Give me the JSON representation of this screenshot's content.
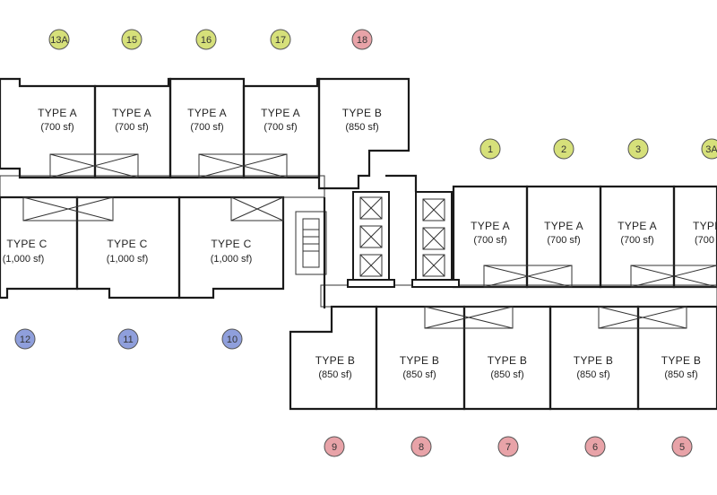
{
  "colors": {
    "type_a": "#d6e07a",
    "type_b": "#e8a3a8",
    "type_c": "#8f9fdc",
    "wall": "#1a1a1a",
    "corridor": "#ffffff",
    "balcony": "#ffffff"
  },
  "units": [
    {
      "id": "u13a",
      "type": "TYPE A",
      "size": "(700 sf)",
      "color_key": "type_a"
    },
    {
      "id": "u15",
      "type": "TYPE A",
      "size": "(700 sf)",
      "color_key": "type_a"
    },
    {
      "id": "u16",
      "type": "TYPE A",
      "size": "(700 sf)",
      "color_key": "type_a"
    },
    {
      "id": "u17",
      "type": "TYPE A",
      "size": "(700 sf)",
      "color_key": "type_a"
    },
    {
      "id": "u18",
      "type": "TYPE B",
      "size": "(850 sf)",
      "color_key": "type_b"
    },
    {
      "id": "u1",
      "type": "TYPE A",
      "size": "(700 sf)",
      "color_key": "type_a"
    },
    {
      "id": "u2",
      "type": "TYPE A",
      "size": "(700 sf)",
      "color_key": "type_a"
    },
    {
      "id": "u3",
      "type": "TYPE A",
      "size": "(700 sf)",
      "color_key": "type_a"
    },
    {
      "id": "u3a",
      "type": "TYPE",
      "size": "(700",
      "color_key": "type_a"
    },
    {
      "id": "u12",
      "type": "TYPE C",
      "size": "(1,000 sf)",
      "color_key": "type_c"
    },
    {
      "id": "u11",
      "type": "TYPE C",
      "size": "(1,000 sf)",
      "color_key": "type_c"
    },
    {
      "id": "u10",
      "type": "TYPE C",
      "size": "(1,000 sf)",
      "color_key": "type_c"
    },
    {
      "id": "u9",
      "type": "TYPE B",
      "size": "(850 sf)",
      "color_key": "type_b"
    },
    {
      "id": "u8",
      "type": "TYPE B",
      "size": "(850 sf)",
      "color_key": "type_b"
    },
    {
      "id": "u7",
      "type": "TYPE B",
      "size": "(850 sf)",
      "color_key": "type_b"
    },
    {
      "id": "u6",
      "type": "TYPE B",
      "size": "(850 sf)",
      "color_key": "type_b"
    },
    {
      "id": "u5",
      "type": "TYPE B",
      "size": "(850 sf)",
      "color_key": "type_b"
    }
  ],
  "badges": [
    {
      "label": "13A",
      "color_key": "type_a"
    },
    {
      "label": "15",
      "color_key": "type_a"
    },
    {
      "label": "16",
      "color_key": "type_a"
    },
    {
      "label": "17",
      "color_key": "type_a"
    },
    {
      "label": "18",
      "color_key": "type_b"
    },
    {
      "label": "1",
      "color_key": "type_a"
    },
    {
      "label": "2",
      "color_key": "type_a"
    },
    {
      "label": "3",
      "color_key": "type_a"
    },
    {
      "label": "3A",
      "color_key": "type_a"
    },
    {
      "label": "12",
      "color_key": "type_c"
    },
    {
      "label": "11",
      "color_key": "type_c"
    },
    {
      "label": "10",
      "color_key": "type_c"
    },
    {
      "label": "9",
      "color_key": "type_b"
    },
    {
      "label": "8",
      "color_key": "type_b"
    },
    {
      "label": "7",
      "color_key": "type_b"
    },
    {
      "label": "6",
      "color_key": "type_b"
    },
    {
      "label": "5",
      "color_key": "type_b"
    }
  ]
}
